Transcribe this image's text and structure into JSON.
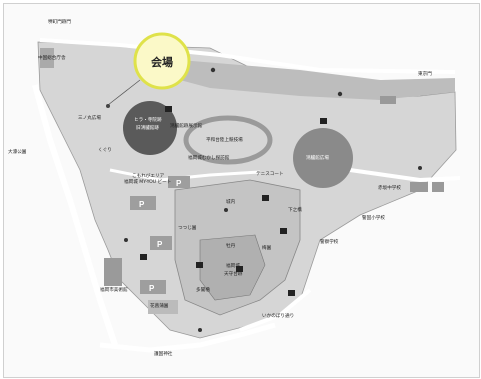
{
  "labels": {
    "venue": "会場",
    "top_left_road": "堺町門跡門",
    "top_left_building": "中国総合庁舎",
    "top_right": "東京門",
    "left_square": "三ノ丸広場",
    "left_road": "大濠公園",
    "dark_circle": "ヒラ・寺院跡",
    "dark_circle_sub": "旧鴻臚館跡",
    "center_building": "平和台陸上競技場",
    "center_small": "鴻臚館跡展示館",
    "center_small2": "福岡城むかし探訪館",
    "right_circle": "鴻臚館広場",
    "info_line1": "こもれびエリア",
    "info_line2": "福岡城 MY-YOU ビート",
    "tennis": "テニスコート",
    "tsutsuji": "つつじ園",
    "peony": "牡丹",
    "tenshu": "天守台跡",
    "tenshu2": "福岡城",
    "plum": "梅園",
    "parking_p": "P",
    "bottom_hall": "花菖蒲園",
    "bottom_street": "いかのぼり通り",
    "bottom_shrine": "護国神社",
    "left_facility": "福岡市美術館",
    "right_school1": "赤坂中学校",
    "right_school2": "警察学校",
    "right_label": "警固小学校",
    "kuguri": "くぐり",
    "map_small1": "城内",
    "map_small2": "下之橋",
    "map_small3": "多聞櫓"
  },
  "colors": {
    "venue_fill": "#fbf9c8",
    "venue_stroke": "#dfe24a",
    "dark_circle": "#5a5a5a",
    "right_circle": "#8a8a8a",
    "park_fill": "#d4d4d4",
    "road_white": "#ffffff"
  }
}
